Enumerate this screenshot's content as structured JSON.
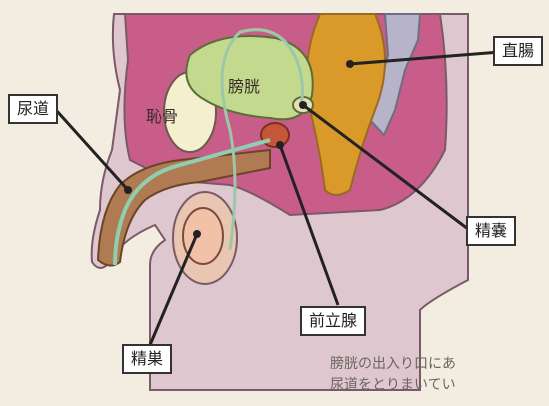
{
  "labels": {
    "rectum": "直腸",
    "urethra": "尿道",
    "seminal_vesicle": "精嚢",
    "prostate": "前立腺",
    "testis": "精巣"
  },
  "organ_text": {
    "bladder": "膀胱",
    "pubic_bone": "恥骨"
  },
  "caption": {
    "line1": "膀胱の出入り口にあ",
    "line2": "尿道をとりまいてい"
  },
  "colors": {
    "background": "#f3ece1",
    "body": "#dfc7cf",
    "outline": "#7a5a66",
    "pelvis_interior": "#c85d8a",
    "rectum": "#d99a2a",
    "bladder": "#c3da8e",
    "pubic_bone": "#f3efcf",
    "prostate": "#c6563a",
    "urethra_tube": "#8fcfb0",
    "penis_shaft": "#b07a52",
    "testis": "#f2c2a8",
    "spine": "#b7b4c9"
  }
}
